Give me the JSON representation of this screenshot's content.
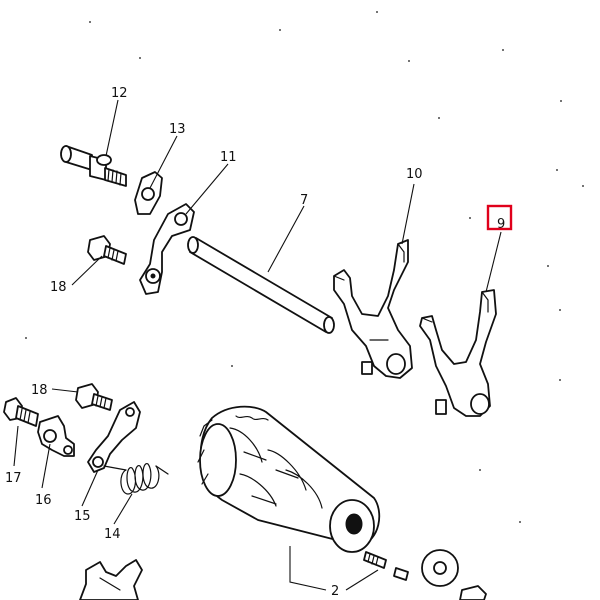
{
  "diagram": {
    "part_labels": [
      {
        "id": "p12",
        "text": "12"
      },
      {
        "id": "p13",
        "text": "13"
      },
      {
        "id": "p11",
        "text": "11"
      },
      {
        "id": "p10",
        "text": "10"
      },
      {
        "id": "p9",
        "text": "9"
      },
      {
        "id": "p7",
        "text": "7"
      },
      {
        "id": "p18a",
        "text": "18"
      },
      {
        "id": "p18b",
        "text": "18"
      },
      {
        "id": "p17",
        "text": "17"
      },
      {
        "id": "p16",
        "text": "16"
      },
      {
        "id": "p15",
        "text": "15"
      },
      {
        "id": "p14",
        "text": "14"
      },
      {
        "id": "p2",
        "text": "2"
      }
    ],
    "highlight_color": "#e0001b"
  }
}
